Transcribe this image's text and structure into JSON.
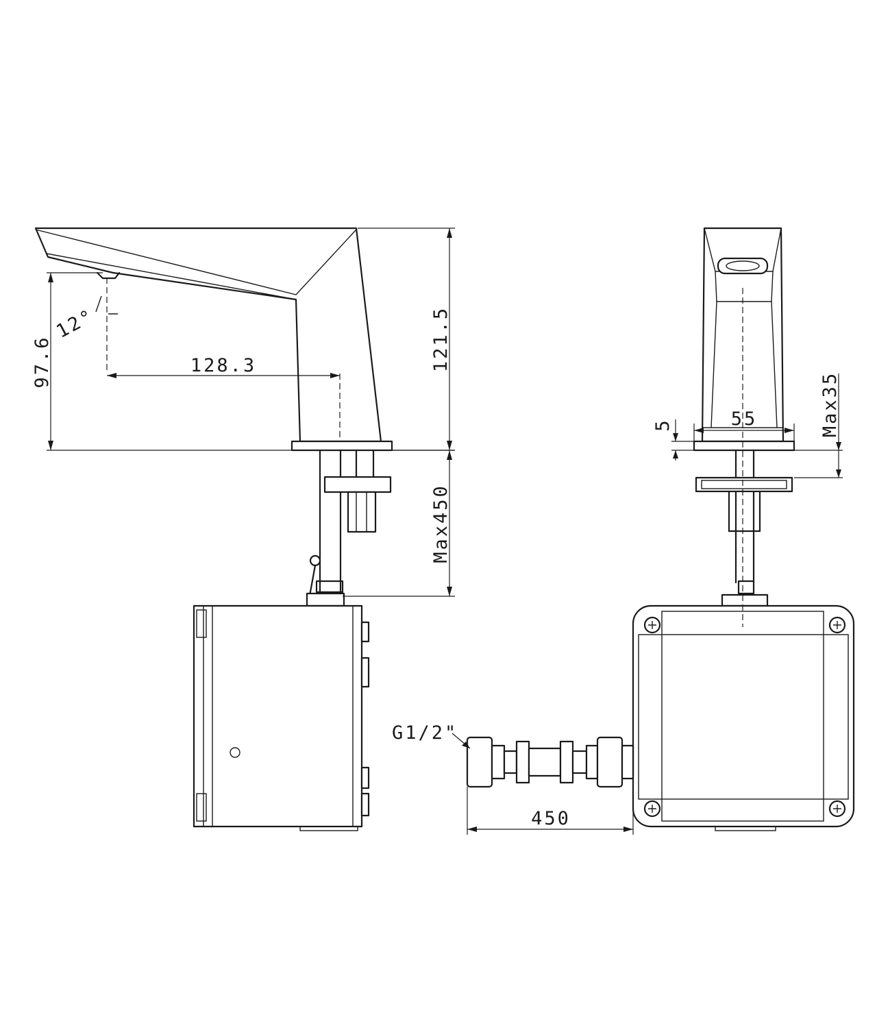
{
  "dimensions": {
    "spout_height": "97.6",
    "total_height": "121.5",
    "reach": "128.3",
    "tilt_angle": "12°",
    "max_deck_thickness": "Max450",
    "base_width": "55",
    "base_plate": "5",
    "max_thread": "Max35",
    "hose_length": "450",
    "inlet_thread": "G1/2\""
  }
}
